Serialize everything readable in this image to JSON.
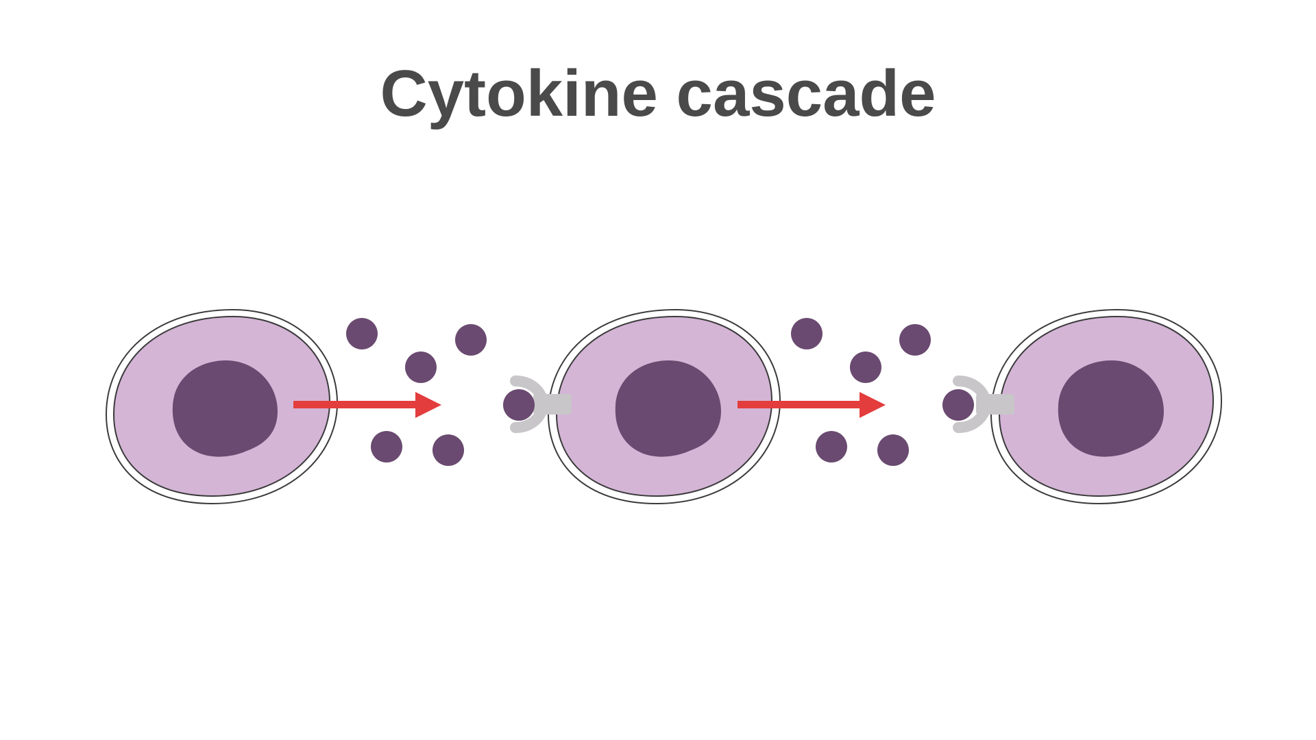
{
  "title": "Cytokine cascade",
  "colors": {
    "title": "#4a4a4a",
    "cytoplasm": "#d4b5d6",
    "nucleus": "#6a4a70",
    "membrane_outline": "#3a3a3a",
    "cytokine": "#6a4a70",
    "receptor": "#c8c6c8",
    "arrow": "#e33d3d"
  },
  "diagram": {
    "cells": [
      {
        "name": "cell-1",
        "has_receptor": false
      },
      {
        "name": "cell-2",
        "has_receptor": true,
        "receptor_bound": true
      },
      {
        "name": "cell-3",
        "has_receptor": true,
        "receptor_bound": true
      }
    ],
    "arrows": [
      {
        "from": "cell-1",
        "to": "cell-2",
        "label": ""
      },
      {
        "from": "cell-2",
        "to": "cell-3",
        "label": ""
      }
    ],
    "cytokine_clusters": [
      {
        "between": [
          "cell-1",
          "cell-2"
        ],
        "count": 5
      },
      {
        "between": [
          "cell-2",
          "cell-3"
        ],
        "count": 5
      }
    ]
  }
}
